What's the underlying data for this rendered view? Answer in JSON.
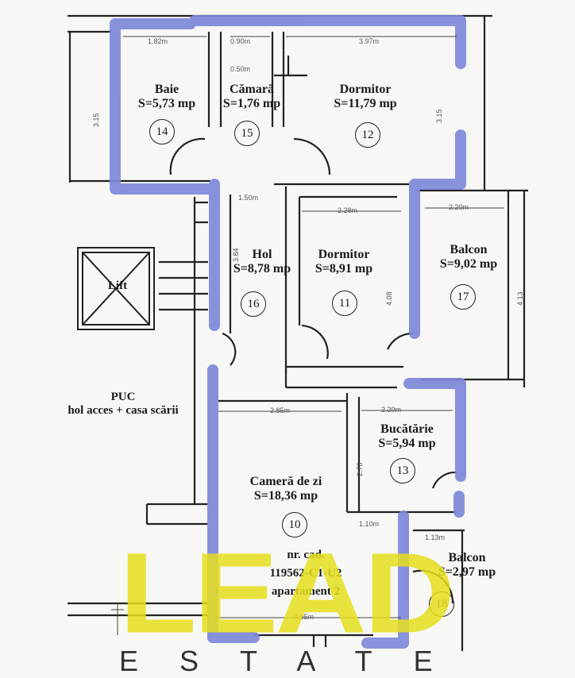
{
  "rooms": [
    {
      "id": "baie",
      "name": "Baie",
      "area": "S=5,73 mp",
      "num": "14"
    },
    {
      "id": "camara",
      "name": "Cămară",
      "area": "S=1,76 mp",
      "num": "15"
    },
    {
      "id": "dormitor12",
      "name": "Dormitor",
      "area": "S=11,79 mp",
      "num": "12"
    },
    {
      "id": "hol",
      "name": "Hol",
      "area": "S=8,78 mp",
      "num": "16"
    },
    {
      "id": "dormitor11",
      "name": "Dormitor",
      "area": "S=8,91 mp",
      "num": "11"
    },
    {
      "id": "balcon17",
      "name": "Balcon",
      "area": "S=9,02 mp",
      "num": "17"
    },
    {
      "id": "bucatarie",
      "name": "Bucătărie",
      "area": "S=5,94 mp",
      "num": "13"
    },
    {
      "id": "camera",
      "name": "Cameră de zi",
      "area": "S=18,36 mp",
      "num": "10"
    },
    {
      "id": "balcon18",
      "name": "Balcon",
      "area": "S=2,97 mp",
      "num": "18"
    }
  ],
  "lift_label": "Lift",
  "puc": {
    "line1": "PUC",
    "line2": "hol acces + casa scării"
  },
  "cadastral": {
    "line1": "nr. cad.",
    "line2": "119562-C1-U2",
    "line3": "apartament 2"
  },
  "dimensions": {
    "d1": "1.82m",
    "d2": "0.90m",
    "d3": "0.50m",
    "d4": "3.97m",
    "d5": "3.15",
    "d6": "3.15",
    "d7": "1.50m",
    "d8": "2.28m",
    "d9": "2.20m",
    "d10": "4.08",
    "d11": "4.13",
    "d12": "2.85m",
    "d13": "2.20m",
    "d14": "2.70",
    "d15": "1.10m",
    "d16": "1.13m",
    "d17": "3.95m",
    "d18": "3.84"
  },
  "watermark": {
    "logo": "LEAD",
    "sub": "ESTATE"
  },
  "colors": {
    "wall": "#7b86d9",
    "line": "#222222",
    "logo": "#e6df1c",
    "background": "#f7f7f5"
  }
}
